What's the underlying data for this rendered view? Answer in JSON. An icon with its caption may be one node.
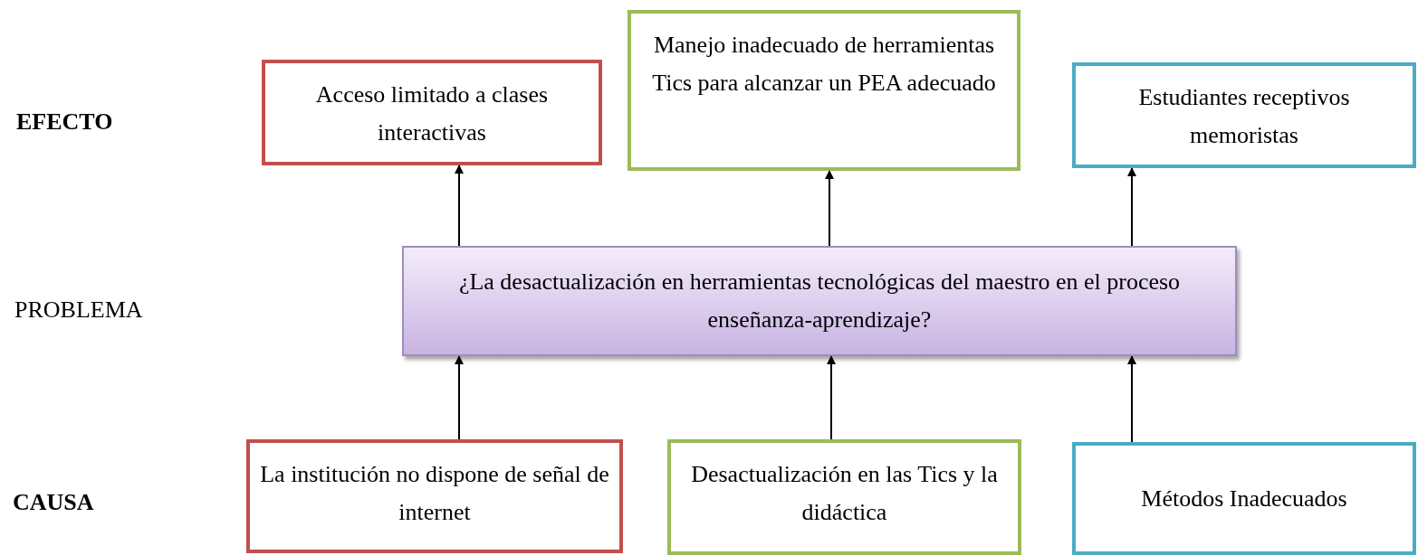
{
  "diagram": {
    "nodes": [
      {
        "text": [
          "Acceso limitado a clases interactivas"
        ]
      },
      {
        "text": [
          "Manejo inadecuado de herramientas Tics para alcanzar un PEA adecuado"
        ]
      },
      {
        "text": [
          "Estudiantes receptivos memoristas"
        ]
      },
      {
        "text": [
          "¿La desactualización en herramientas tecnológicas del maestro en el proceso enseñanza-aprendizaje?"
        ]
      },
      {
        "text": [
          "La institución no dispone de señal de internet"
        ]
      },
      {
        "text": [
          "Desactualización en las Tics y la didáctica"
        ]
      },
      {
        "text": [
          "Métodos Inadecuados"
        ]
      }
    ],
    "edges": [
      {
        "from": 3,
        "to": 0,
        "arrow": "to"
      },
      {
        "from": 3,
        "to": 1,
        "arrow": "to"
      },
      {
        "from": 3,
        "to": 2,
        "arrow": "to"
      },
      {
        "from": 4,
        "to": 3,
        "arrow": "to"
      },
      {
        "from": 5,
        "to": 3,
        "arrow": "to"
      },
      {
        "from": 6,
        "to": 3,
        "arrow": "to"
      }
    ],
    "labels": [
      "EFECTO",
      "PROBLEMA",
      "CAUSA"
    ]
  }
}
